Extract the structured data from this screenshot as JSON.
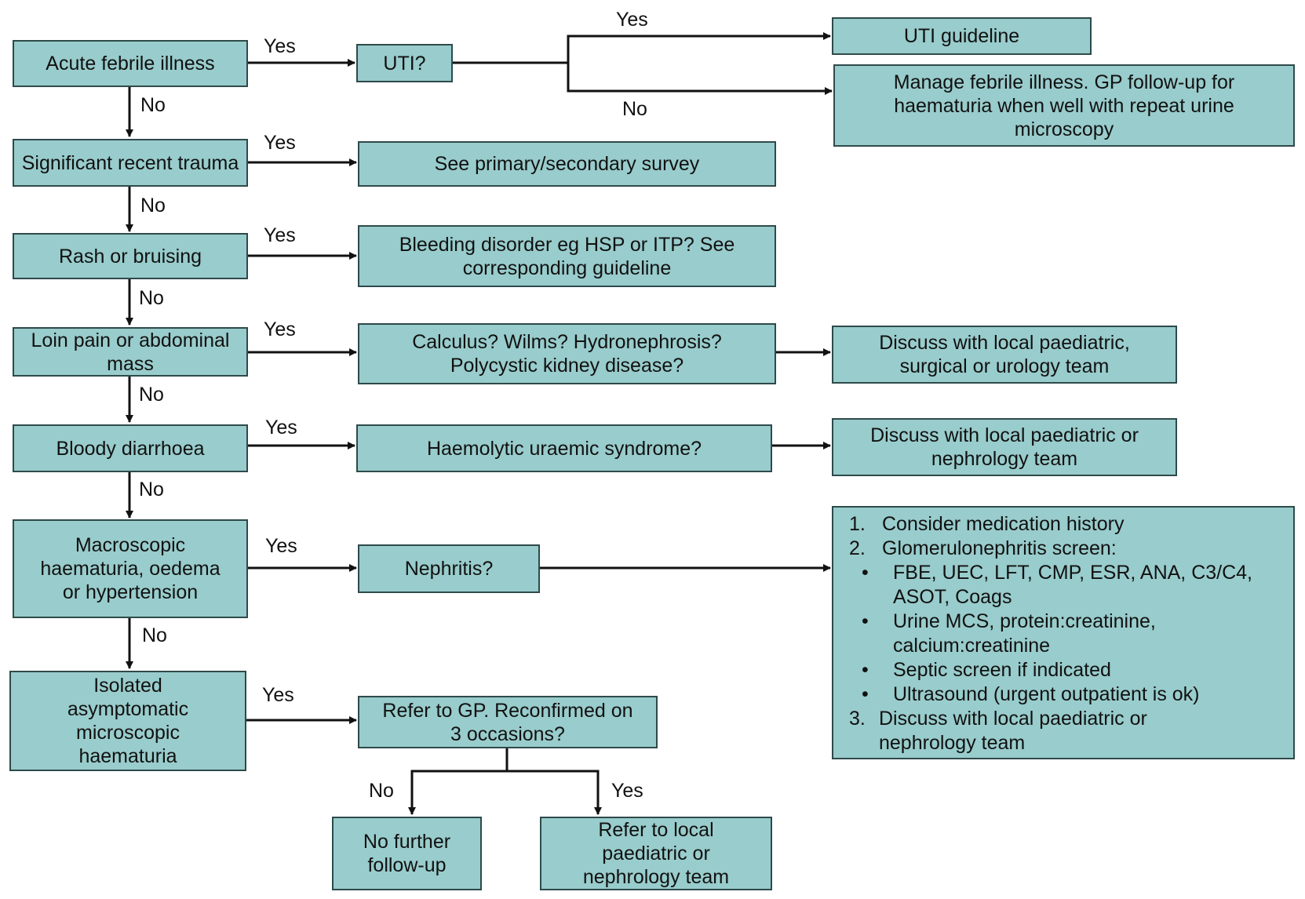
{
  "edges": {
    "yes": "Yes",
    "no": "No"
  },
  "left": {
    "q1": "Acute febrile illness",
    "q2": "Significant recent trauma",
    "q3": "Rash or bruising",
    "q4": "Loin pain or abdominal mass",
    "q5": "Bloody diarrhoea",
    "q6": "Macroscopic haematuria, oedema or hypertension",
    "q7": "Isolated asymptomatic microscopic haematuria"
  },
  "middle": {
    "uti": "UTI?",
    "trauma": "See primary/secondary survey",
    "bleeding": "Bleeding disorder eg HSP or ITP? See corresponding guideline",
    "calculus": "Calculus? Wilms? Hydronephrosis? Polycystic kidney disease?",
    "hus": "Haemolytic uraemic syndrome?",
    "nephritis": "Nephritis?",
    "refer_gp": "Refer to GP. Reconfirmed on 3 occasions?"
  },
  "right": {
    "uti_guideline": "UTI guideline",
    "manage": "Manage febrile illness. GP follow-up for haematuria when well with repeat urine microscopy",
    "discuss_surgical": "Discuss with local paediatric, surgical or urology team",
    "discuss_nephrology": "Discuss with local paediatric or nephrology team"
  },
  "bottom": {
    "no_followup": "No further follow-up",
    "refer_local": "Refer to local paediatric or nephrology team"
  },
  "workup": {
    "items": [
      {
        "marker": "1.",
        "text": "Consider medication history"
      },
      {
        "marker": "2.",
        "text": "Glomerulonephritis screen:"
      },
      {
        "marker": "•",
        "text": "FBE, UEC, LFT, CMP, ESR, ANA, C3/C4, ASOT, Coags"
      },
      {
        "marker": "•",
        "text": "Urine MCS, protein:creatinine, calcium:creatinine"
      },
      {
        "marker": "•",
        "text": "Septic screen if indicated"
      },
      {
        "marker": "•",
        "text": "Ultrasound (urgent outpatient is ok)"
      },
      {
        "marker": "3.",
        "text": "Discuss with local paediatric or nephrology team"
      }
    ]
  },
  "colors": {
    "box_fill": "#99cccc",
    "box_border": "#2e4a4a",
    "line": "#111111"
  }
}
